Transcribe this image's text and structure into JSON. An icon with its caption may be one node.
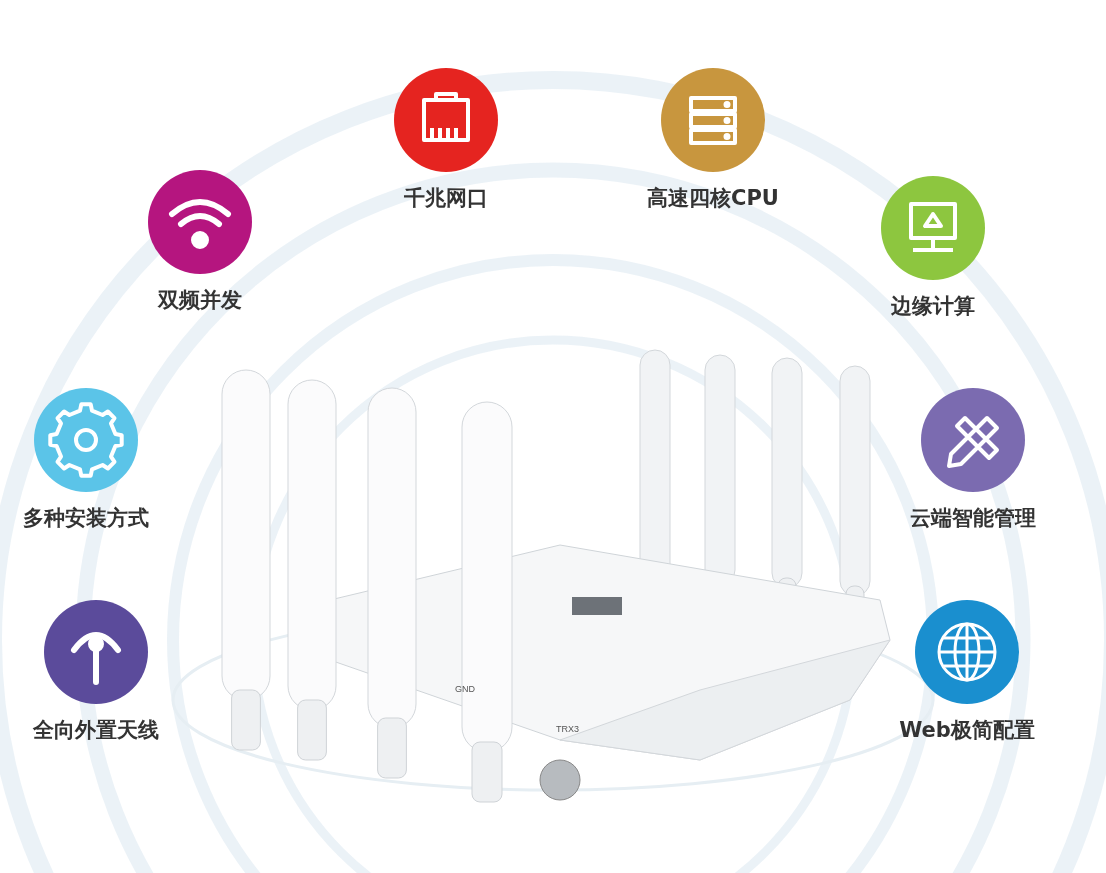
{
  "diagram": {
    "nodes": [
      {
        "text": [
          "千兆网口"
        ]
      },
      {
        "text": [
          "高速四核CPU"
        ]
      },
      {
        "text": [
          "双频并发"
        ]
      },
      {
        "text": [
          "边缘计算"
        ]
      },
      {
        "text": [
          "多种安装方式"
        ]
      },
      {
        "text": [
          "云端智能管理"
        ]
      },
      {
        "text": [
          "全向外置天线"
        ]
      },
      {
        "text": [
          "Web极简配置"
        ]
      }
    ],
    "labels": [
      "GND",
      "TRX3"
    ]
  }
}
